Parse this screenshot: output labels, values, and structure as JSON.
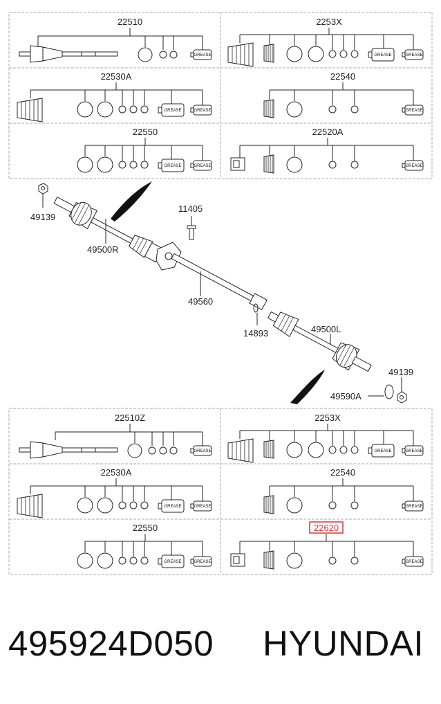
{
  "top_table": {
    "cells": [
      {
        "label": "22510"
      },
      {
        "label": "2253X"
      },
      {
        "label": "22530A"
      },
      {
        "label": "22540"
      },
      {
        "label": "22550"
      },
      {
        "label": "22520A"
      }
    ]
  },
  "callouts": [
    {
      "label": "49139"
    },
    {
      "label": "11405"
    },
    {
      "label": "49500R"
    },
    {
      "label": "49560"
    },
    {
      "label": "14893"
    },
    {
      "label": "49500L"
    },
    {
      "label": "49139"
    },
    {
      "label": "49590A"
    }
  ],
  "bottom_table": {
    "cells": [
      {
        "label": "22510Z"
      },
      {
        "label": "2253X"
      },
      {
        "label": "22530A"
      },
      {
        "label": "22540"
      },
      {
        "label": "22550"
      },
      {
        "label": "22620",
        "highlighted": true
      }
    ]
  },
  "grease_label": "GREASE",
  "highlight_color": "#d43a3a",
  "footer": {
    "part_number": "495924D050",
    "brand": "HYUNDAI"
  }
}
